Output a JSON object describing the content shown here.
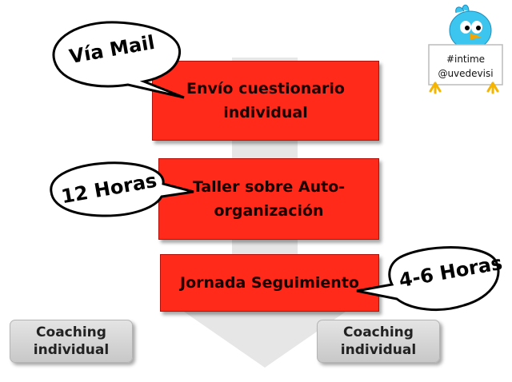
{
  "steps": [
    {
      "label": "Envío cuestionario individual"
    },
    {
      "label": "Taller sobre Auto-organización"
    },
    {
      "label": "Jornada Seguimiento"
    }
  ],
  "bubbles": [
    {
      "label": "Vía Mail"
    },
    {
      "label": "12 Horas"
    },
    {
      "label": "4-6 Horas"
    }
  ],
  "coaching": [
    {
      "label": "Coaching individual"
    },
    {
      "label": "Coaching individual"
    }
  ],
  "sign": {
    "line1": "#intime",
    "line2": "@uvedevisi"
  },
  "colors": {
    "step_fill": "#ff2a1a",
    "arrow_fill": "#e6e6e6",
    "bird": "#3cc5ef",
    "coach_fill": "#d6d6d6"
  }
}
